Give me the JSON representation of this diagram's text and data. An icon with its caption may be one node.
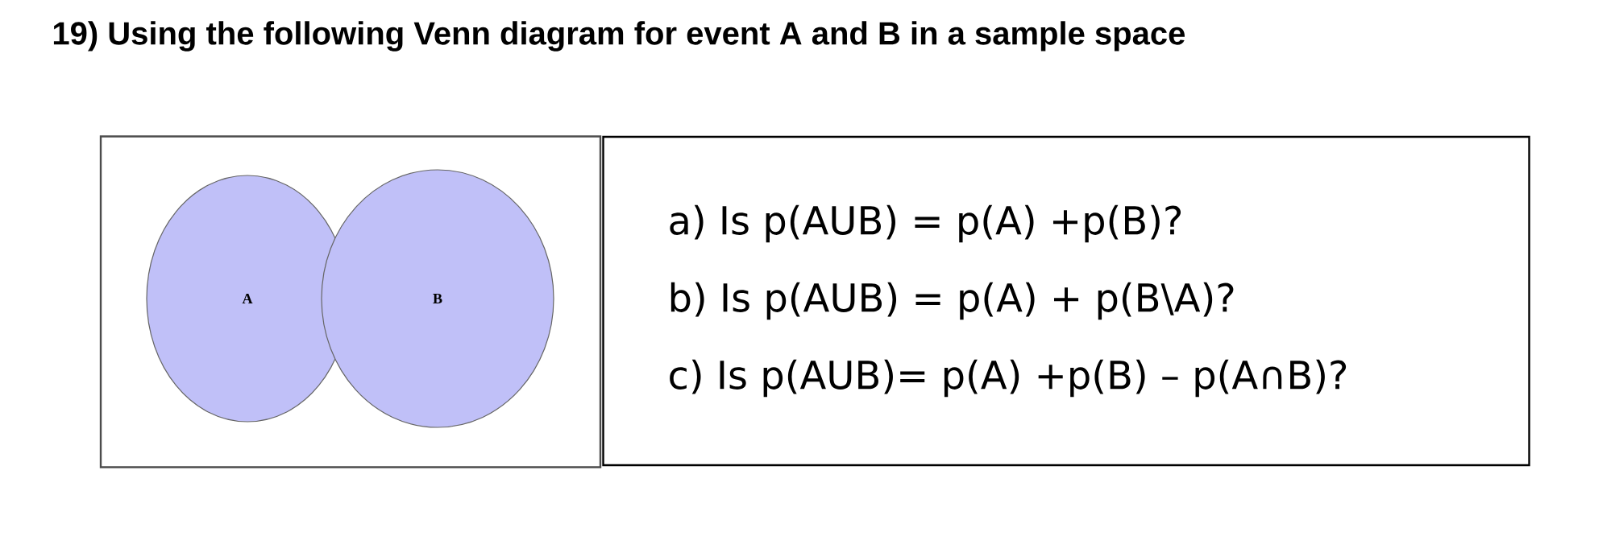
{
  "diagram": {
    "title": "19) Using the following Venn diagram for event A and B in a sample space",
    "nodes": [
      {
        "text": [],
        "shape": "box"
      },
      {
        "text": [
          "A"
        ],
        "in": 0
      },
      {
        "text": [
          "B"
        ],
        "in": 0
      },
      {
        "text": [
          "a) Is p(AUB) = p(A) +p(B)?",
          "b) Is p(AUB) = p(A) + p(B\\A)?",
          "c) Is p(AUB)= p(A) +p(B) – p(A∩B)?"
        ]
      }
    ]
  }
}
